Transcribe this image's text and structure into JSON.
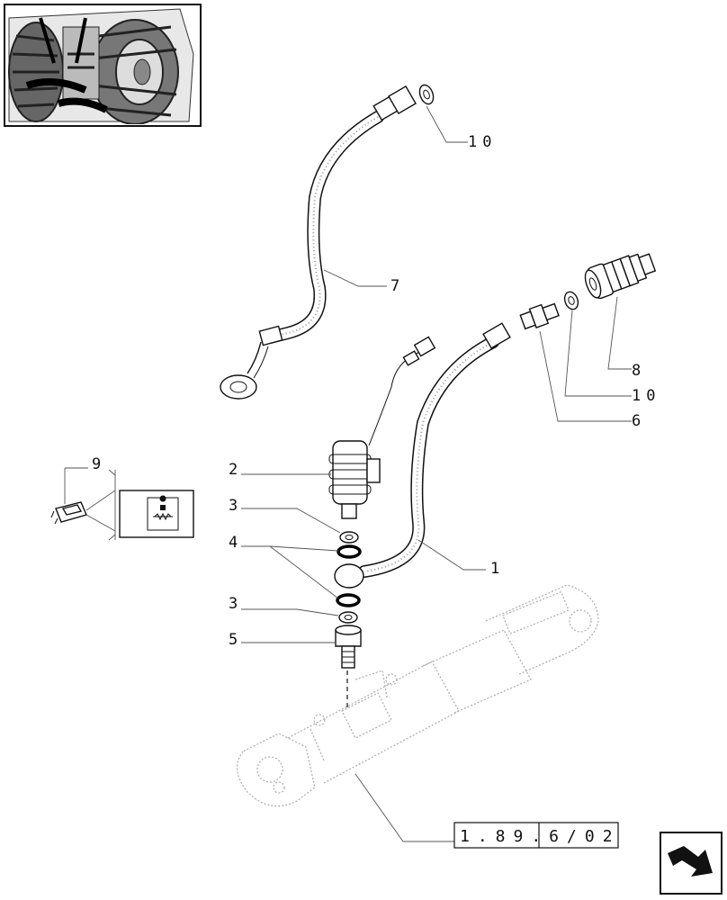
{
  "callouts": {
    "c1": "1",
    "c2": "2",
    "c3a": "3",
    "c3b": "3",
    "c4": "4",
    "c5": "5",
    "c6": "6",
    "c7": "7",
    "c8": "8",
    "c9": "9",
    "c10a": "10",
    "c10b": "10"
  },
  "reference": "1.89.6/02"
}
